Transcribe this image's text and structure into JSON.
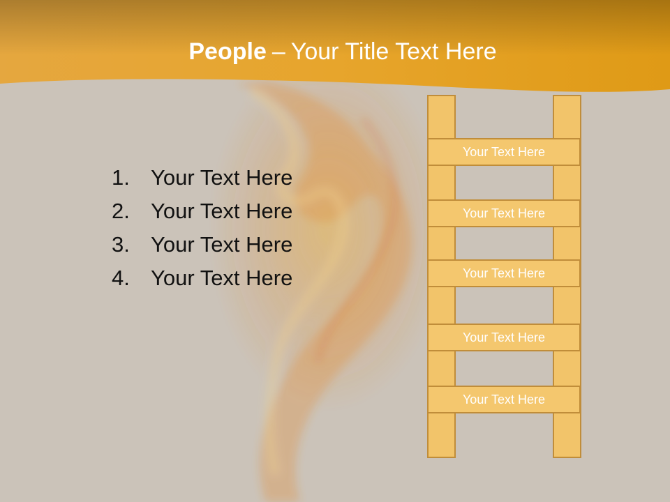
{
  "title": {
    "bold": "People",
    "dash": "–",
    "rest": "Your Title Text Here"
  },
  "list": {
    "items": [
      {
        "number": "1.",
        "text": "Your Text Here"
      },
      {
        "number": "2.",
        "text": "Your Text Here"
      },
      {
        "number": "3.",
        "text": "Your Text Here"
      },
      {
        "number": "4.",
        "text": "Your Text Here"
      }
    ]
  },
  "ladder": {
    "rungs": [
      "Your Text Here",
      "Your Text Here",
      "Your Text Here",
      "Your Text Here",
      "Your Text Here"
    ]
  },
  "colors": {
    "header": "#e8a321",
    "background": "#cbc3b9",
    "ladder_fill": "#f4c76e",
    "ladder_border": "#c08d3a"
  }
}
